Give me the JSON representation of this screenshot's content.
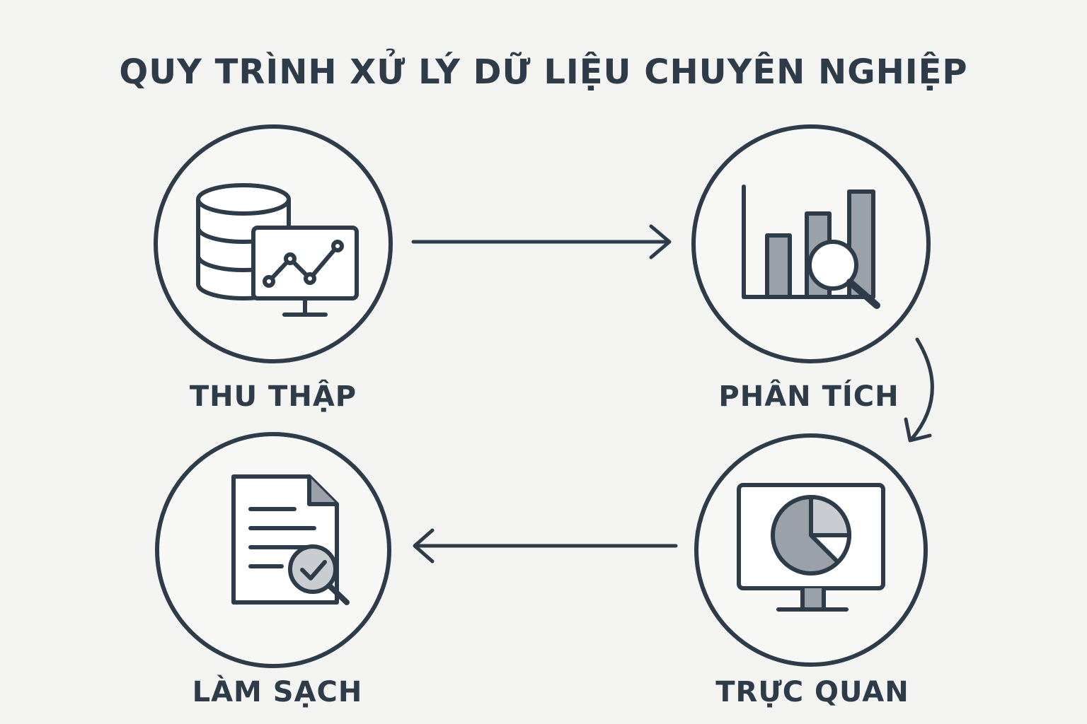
{
  "title": "QUY TRÌNH XỬ LÝ DỮ LIỆU CHUYÊN NGHIỆP",
  "steps": [
    {
      "label": "THU THẬP",
      "icon": "database-monitor-icon"
    },
    {
      "label": "PHÂN TÍCH",
      "icon": "bar-chart-magnifier-icon"
    },
    {
      "label": "TRỰC QUAN",
      "icon": "monitor-pie-chart-icon"
    },
    {
      "label": "LÀM SẠCH",
      "icon": "document-check-icon"
    }
  ],
  "colors": {
    "background": "#f3f3f1",
    "stroke": "#2e3b48",
    "fill_light": "#ffffff",
    "fill_gray": "#9aa1a8",
    "fill_mid": "#c9cdd1"
  }
}
